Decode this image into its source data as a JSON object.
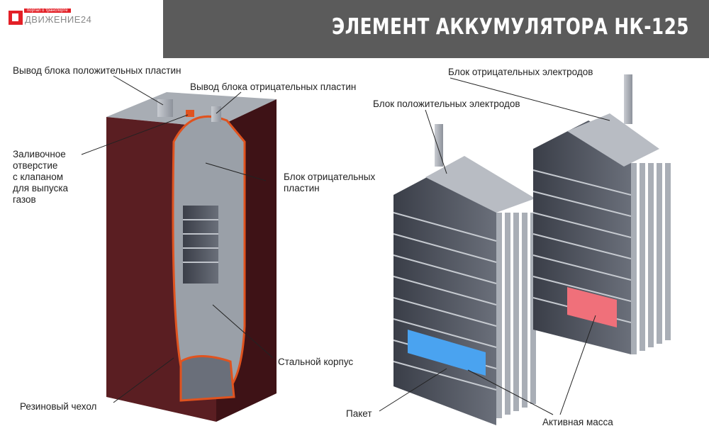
{
  "header": {
    "title": "ЭЛЕМЕНТ АККУМУЛЯТОРА НК-125",
    "logo_tagline": "портал о транспорте",
    "logo_text": "ДВИЖЕНИЕ24"
  },
  "labels": {
    "positive_terminal": "Вывод блока положительных пластин",
    "negative_terminal": "Вывод блока отрицательных пластин",
    "filler": [
      "Заливочное",
      "отверстие",
      "с клапаном",
      "для выпуска",
      "газов"
    ],
    "negative_block": [
      "Блок отрицательных",
      "пластин"
    ],
    "steel_case": "Стальной корпус",
    "rubber_cover": "Резиновый чехол",
    "neg_electrodes": "Блок отрицательных электродов",
    "pos_electrodes": "Блок положительных электродов",
    "packet": "Пакет",
    "active_mass": "Активная масса"
  },
  "colors": {
    "header_bg": "#5b5b5b",
    "case": "#5a1e22",
    "positive_mass": "#4aa3f0",
    "negative_mass": "#f0707a",
    "accent": "#e32027"
  }
}
